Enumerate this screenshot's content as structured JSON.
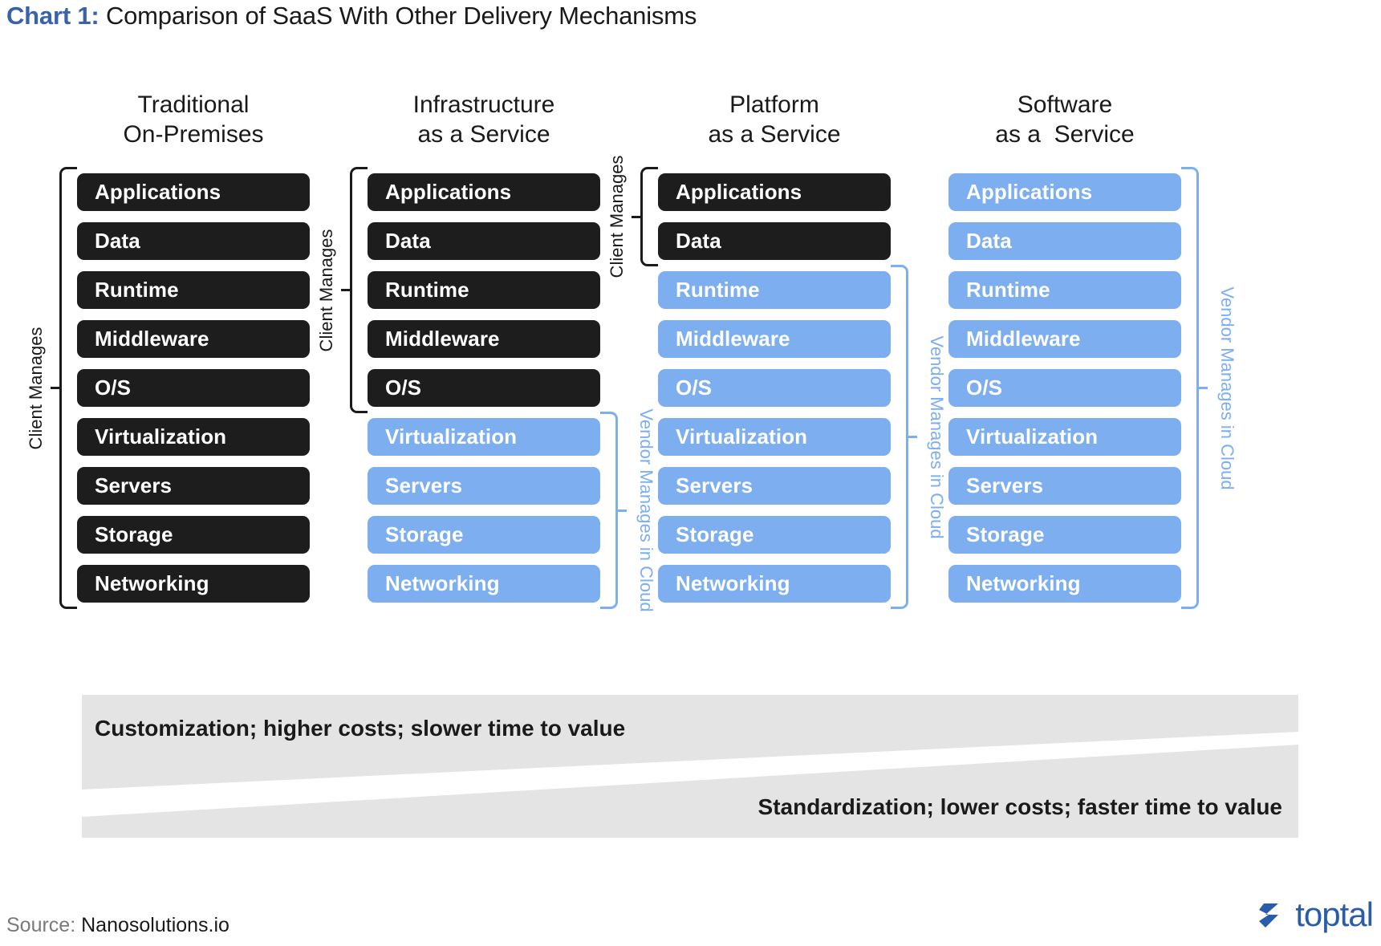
{
  "title": {
    "label": "Chart 1:",
    "text": "Comparison of SaaS With Other Delivery Mechanisms",
    "label_color": "#3A62A8"
  },
  "colors": {
    "client_managed": "#1d1d1d",
    "vendor_managed": "#7CAEF0",
    "wedge_gray": "#E4E4E4",
    "brand_blue": "#2A5CAA"
  },
  "labels": {
    "client_manages": "Client Manages",
    "vendor_manages": "Vendor Manages in Cloud"
  },
  "chart_data": {
    "type": "table",
    "title": "Comparison of SaaS With Other Delivery Mechanisms",
    "xlabel": "",
    "ylabel": "",
    "legend": [
      {
        "name": "Client Manages",
        "color": "#1d1d1d"
      },
      {
        "name": "Vendor Manages in Cloud",
        "color": "#7CAEF0"
      }
    ],
    "row_labels": [
      "Applications",
      "Data",
      "Runtime",
      "Middleware",
      "O/S",
      "Virtualization",
      "Servers",
      "Storage",
      "Networking"
    ],
    "categories": [
      "Traditional On-Premises",
      "Infrastructure as a Service",
      "Platform as a Service",
      "Software as a  Service"
    ],
    "series": [
      {
        "name": "Traditional On-Premises",
        "header_line1": "Traditional",
        "header_line2": "On-Premises",
        "client_managed_count": 9,
        "vendor_managed_count": 0,
        "values": [
          "client",
          "client",
          "client",
          "client",
          "client",
          "client",
          "client",
          "client",
          "client"
        ]
      },
      {
        "name": "Infrastructure as a Service",
        "header_line1": "Infrastructure",
        "header_line2": "as a Service",
        "client_managed_count": 5,
        "vendor_managed_count": 4,
        "values": [
          "client",
          "client",
          "client",
          "client",
          "client",
          "vendor",
          "vendor",
          "vendor",
          "vendor"
        ]
      },
      {
        "name": "Platform as a Service",
        "header_line1": "Platform",
        "header_line2": "as a Service",
        "client_managed_count": 2,
        "vendor_managed_count": 7,
        "values": [
          "client",
          "client",
          "vendor",
          "vendor",
          "vendor",
          "vendor",
          "vendor",
          "vendor",
          "vendor"
        ]
      },
      {
        "name": "Software as a Service",
        "header_line1": "Software",
        "header_line2": "as a  Service",
        "client_managed_count": 0,
        "vendor_managed_count": 9,
        "values": [
          "vendor",
          "vendor",
          "vendor",
          "vendor",
          "vendor",
          "vendor",
          "vendor",
          "vendor",
          "vendor"
        ]
      }
    ]
  },
  "columns": [
    {
      "header_line1": "Traditional",
      "header_line2": "On-Premises",
      "layers": [
        {
          "label": "Applications",
          "kind": "dark"
        },
        {
          "label": "Data",
          "kind": "dark"
        },
        {
          "label": "Runtime",
          "kind": "dark"
        },
        {
          "label": "Middleware",
          "kind": "dark"
        },
        {
          "label": "O/S",
          "kind": "dark"
        },
        {
          "label": "Virtualization",
          "kind": "dark"
        },
        {
          "label": "Servers",
          "kind": "dark"
        },
        {
          "label": "Storage",
          "kind": "dark"
        },
        {
          "label": "Networking",
          "kind": "dark"
        }
      ]
    },
    {
      "header_line1": "Infrastructure",
      "header_line2": "as a Service",
      "layers": [
        {
          "label": "Applications",
          "kind": "dark"
        },
        {
          "label": "Data",
          "kind": "dark"
        },
        {
          "label": "Runtime",
          "kind": "dark"
        },
        {
          "label": "Middleware",
          "kind": "dark"
        },
        {
          "label": "O/S",
          "kind": "dark"
        },
        {
          "label": "Virtualization",
          "kind": "blue"
        },
        {
          "label": "Servers",
          "kind": "blue"
        },
        {
          "label": "Storage",
          "kind": "blue"
        },
        {
          "label": "Networking",
          "kind": "blue"
        }
      ]
    },
    {
      "header_line1": "Platform",
      "header_line2": "as a Service",
      "layers": [
        {
          "label": "Applications",
          "kind": "dark"
        },
        {
          "label": "Data",
          "kind": "dark"
        },
        {
          "label": "Runtime",
          "kind": "blue"
        },
        {
          "label": "Middleware",
          "kind": "blue"
        },
        {
          "label": "O/S",
          "kind": "blue"
        },
        {
          "label": "Virtualization",
          "kind": "blue"
        },
        {
          "label": "Servers",
          "kind": "blue"
        },
        {
          "label": "Storage",
          "kind": "blue"
        },
        {
          "label": "Networking",
          "kind": "blue"
        }
      ]
    },
    {
      "header_line1": "Software",
      "header_line2": "as a  Service",
      "layers": [
        {
          "label": "Applications",
          "kind": "blue"
        },
        {
          "label": "Data",
          "kind": "blue"
        },
        {
          "label": "Runtime",
          "kind": "blue"
        },
        {
          "label": "Middleware",
          "kind": "blue"
        },
        {
          "label": "O/S",
          "kind": "blue"
        },
        {
          "label": "Virtualization",
          "kind": "blue"
        },
        {
          "label": "Servers",
          "kind": "blue"
        },
        {
          "label": "Storage",
          "kind": "blue"
        },
        {
          "label": "Networking",
          "kind": "blue"
        }
      ]
    }
  ],
  "wedges": {
    "top_text": "Customization; higher costs; slower time to value",
    "bottom_text": "Standardization; lower costs; faster time to value"
  },
  "footer": {
    "source_label": "Source:",
    "source_value": "Nanosolutions.io",
    "logo_wordmark": "toptal"
  }
}
